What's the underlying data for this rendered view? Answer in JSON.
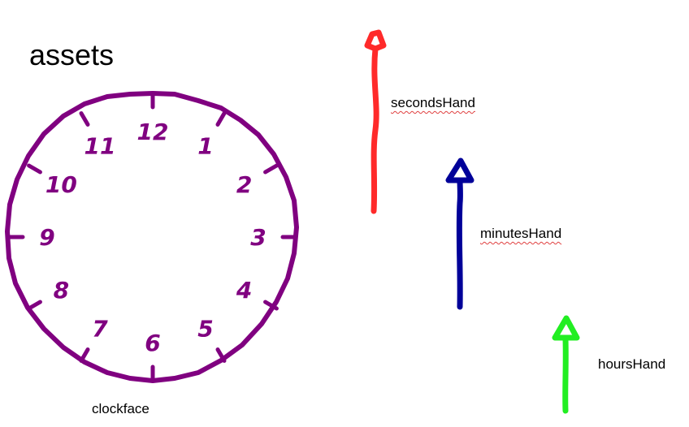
{
  "heading": "assets",
  "assets": {
    "clockface": {
      "label": "clockface",
      "numerals": [
        "12",
        "1",
        "2",
        "3",
        "4",
        "5",
        "6",
        "7",
        "8",
        "9",
        "10",
        "11"
      ],
      "color": "#800080"
    },
    "secondsHand": {
      "label": "secondsHand",
      "color": "#ff2a2a"
    },
    "minutesHand": {
      "label": "minutesHand",
      "color": "#000099"
    },
    "hoursHand": {
      "label": "hoursHand",
      "color": "#22ee22"
    }
  }
}
